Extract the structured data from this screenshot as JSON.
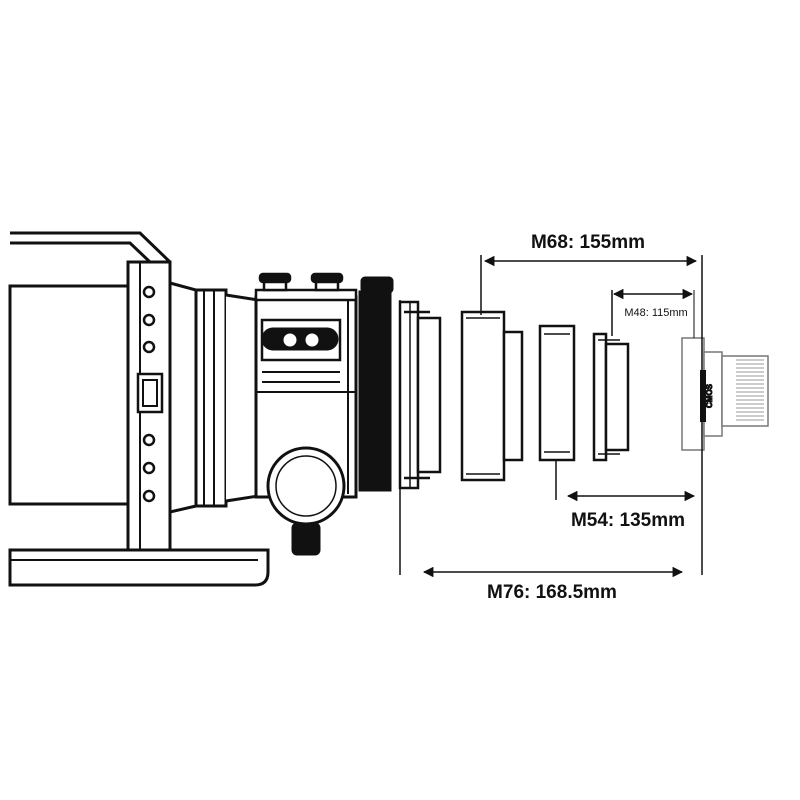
{
  "diagram": {
    "dimensions": {
      "m68": {
        "label": "M68: 155mm"
      },
      "m48": {
        "label": "M48: 115mm"
      },
      "m54": {
        "label": "M54: 135mm"
      },
      "m76": {
        "label": "M76: 168.5mm"
      }
    },
    "camera": {
      "label": "CMOS"
    }
  },
  "colors": {
    "line": "#111111",
    "background": "#ffffff"
  }
}
